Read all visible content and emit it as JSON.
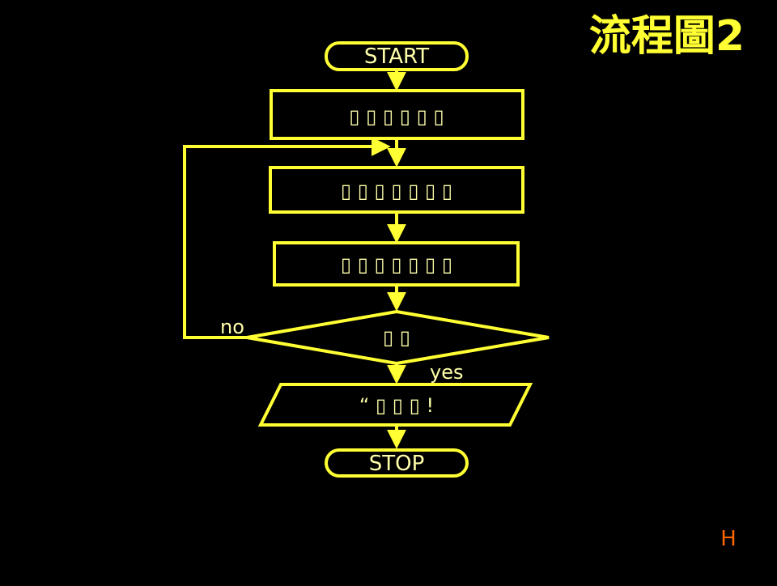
{
  "title": "流程圖2",
  "corner_mark": "H",
  "colors": {
    "background": "#000000",
    "stroke": "#FFFF33",
    "text": "#FFFF33",
    "label": "#FFFFAA",
    "corner": "#FF6600"
  },
  "flow": {
    "start_label": "START",
    "process_1": "▯ ▯ ▯ ▯ ▯ ▯",
    "process_2": "▯ ▯ ▯ ▯ ▯ ▯ ▯",
    "process_3": "▯ ▯ ▯ ▯ ▯ ▯ ▯",
    "decision": "▯ ▯",
    "no_label": "no",
    "yes_label": "yes",
    "output": "“  ▯ ▯ ▯ !",
    "stop_label": "STOP"
  }
}
